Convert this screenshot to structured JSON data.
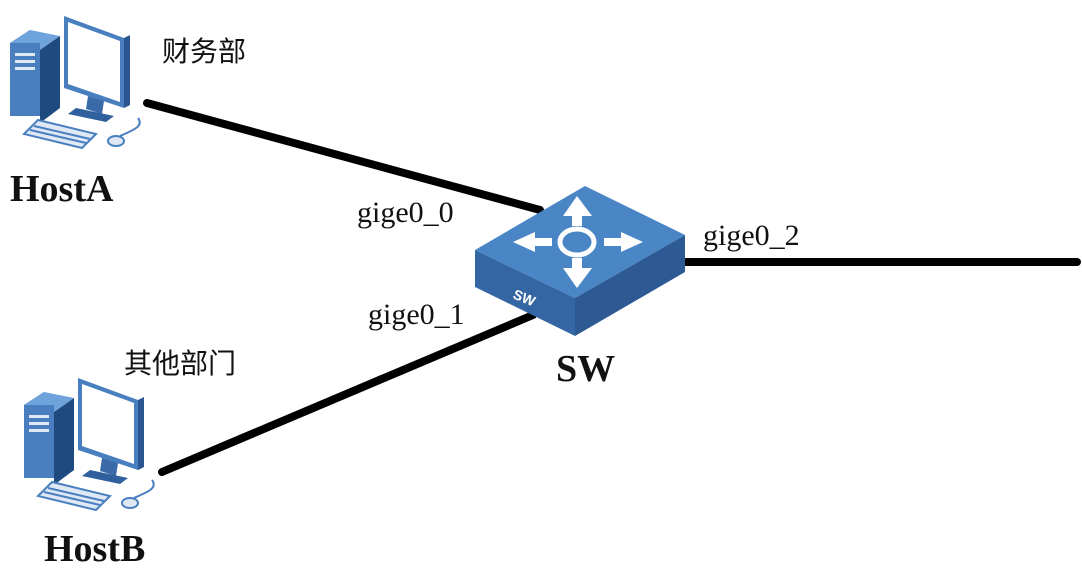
{
  "hosts": [
    {
      "name": "HostA",
      "department": "财务部"
    },
    {
      "name": "HostB",
      "department": "其他部门"
    }
  ],
  "switch": {
    "name": "SW",
    "badge": "SW"
  },
  "ports": {
    "p0": "gige0_0",
    "p1": "gige0_1",
    "p2": "gige0_2"
  },
  "colors": {
    "switch_top": "#4a86c6",
    "switch_side": "#3466a4",
    "switch_front": "#2d5a92",
    "pc_body": "#4a7fbf",
    "link": "#000000"
  },
  "icons": [
    "desktop-computer-icon",
    "network-switch-icon"
  ]
}
